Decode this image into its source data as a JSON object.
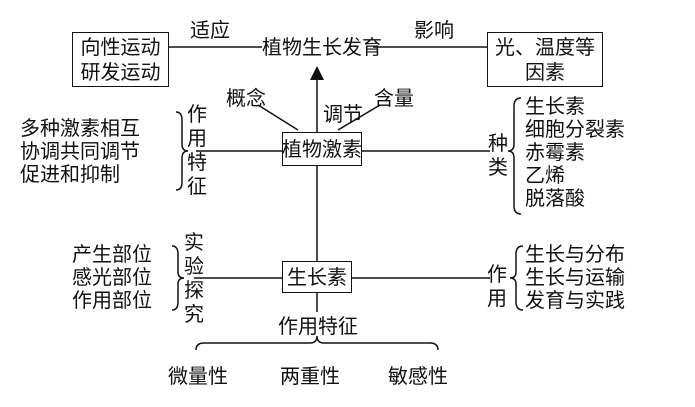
{
  "top": {
    "center": "植物生长发育",
    "left_box": [
      "向性运动",
      "研发运动"
    ],
    "right_box": [
      "光、温度等",
      "因素"
    ],
    "label_left": "适应",
    "label_right": "影响"
  },
  "hormone": {
    "box": "植物激素",
    "labels": {
      "concept": "概念",
      "regulate": "调节",
      "content": "含量"
    },
    "left_vertical": "作用特征",
    "left_list": [
      "多种激素相互",
      "协调共同调节",
      "促进和抑制"
    ],
    "right_vertical": "种类",
    "right_list": [
      "生长素",
      "细胞分裂素",
      "赤霉素",
      "乙烯",
      "脱落酸"
    ]
  },
  "auxin": {
    "box": "生长素",
    "left_vertical": "实验探究",
    "left_list": [
      "产生部位",
      "感光部位",
      "作用部位"
    ],
    "right_vertical": "作用",
    "right_list": [
      "生长与分布",
      "生长与运输",
      "发育与实践"
    ],
    "bottom_label": "作用特征",
    "features": [
      "微量性",
      "两重性",
      "敏感性"
    ]
  }
}
